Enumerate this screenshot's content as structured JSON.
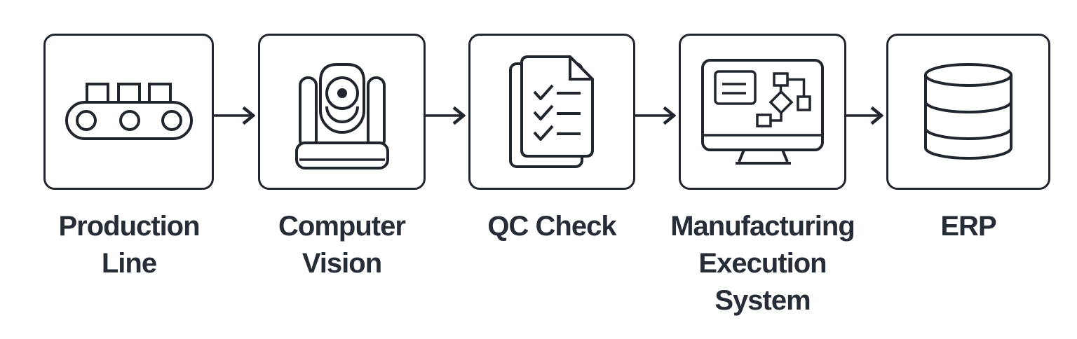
{
  "diagram": {
    "type": "flowchart",
    "direction": "left-to-right",
    "colors": {
      "background": "#ffffff",
      "stroke": "#21262e",
      "text": "#272d36"
    },
    "nodes": [
      {
        "id": "production-line",
        "label": "Production Line",
        "icon": "conveyor-belt-icon"
      },
      {
        "id": "computer-vision",
        "label": "Computer Vision",
        "icon": "ptz-camera-icon"
      },
      {
        "id": "qc-check",
        "label": "QC Check",
        "icon": "checklist-documents-icon"
      },
      {
        "id": "manufacturing-execution-system",
        "label": "Manufacturing Execution System",
        "icon": "monitor-workflow-icon"
      },
      {
        "id": "erp",
        "label": "ERP",
        "icon": "database-icon"
      }
    ],
    "connections": [
      {
        "from": "production-line",
        "to": "computer-vision"
      },
      {
        "from": "computer-vision",
        "to": "qc-check"
      },
      {
        "from": "qc-check",
        "to": "manufacturing-execution-system"
      },
      {
        "from": "manufacturing-execution-system",
        "to": "erp"
      }
    ]
  }
}
